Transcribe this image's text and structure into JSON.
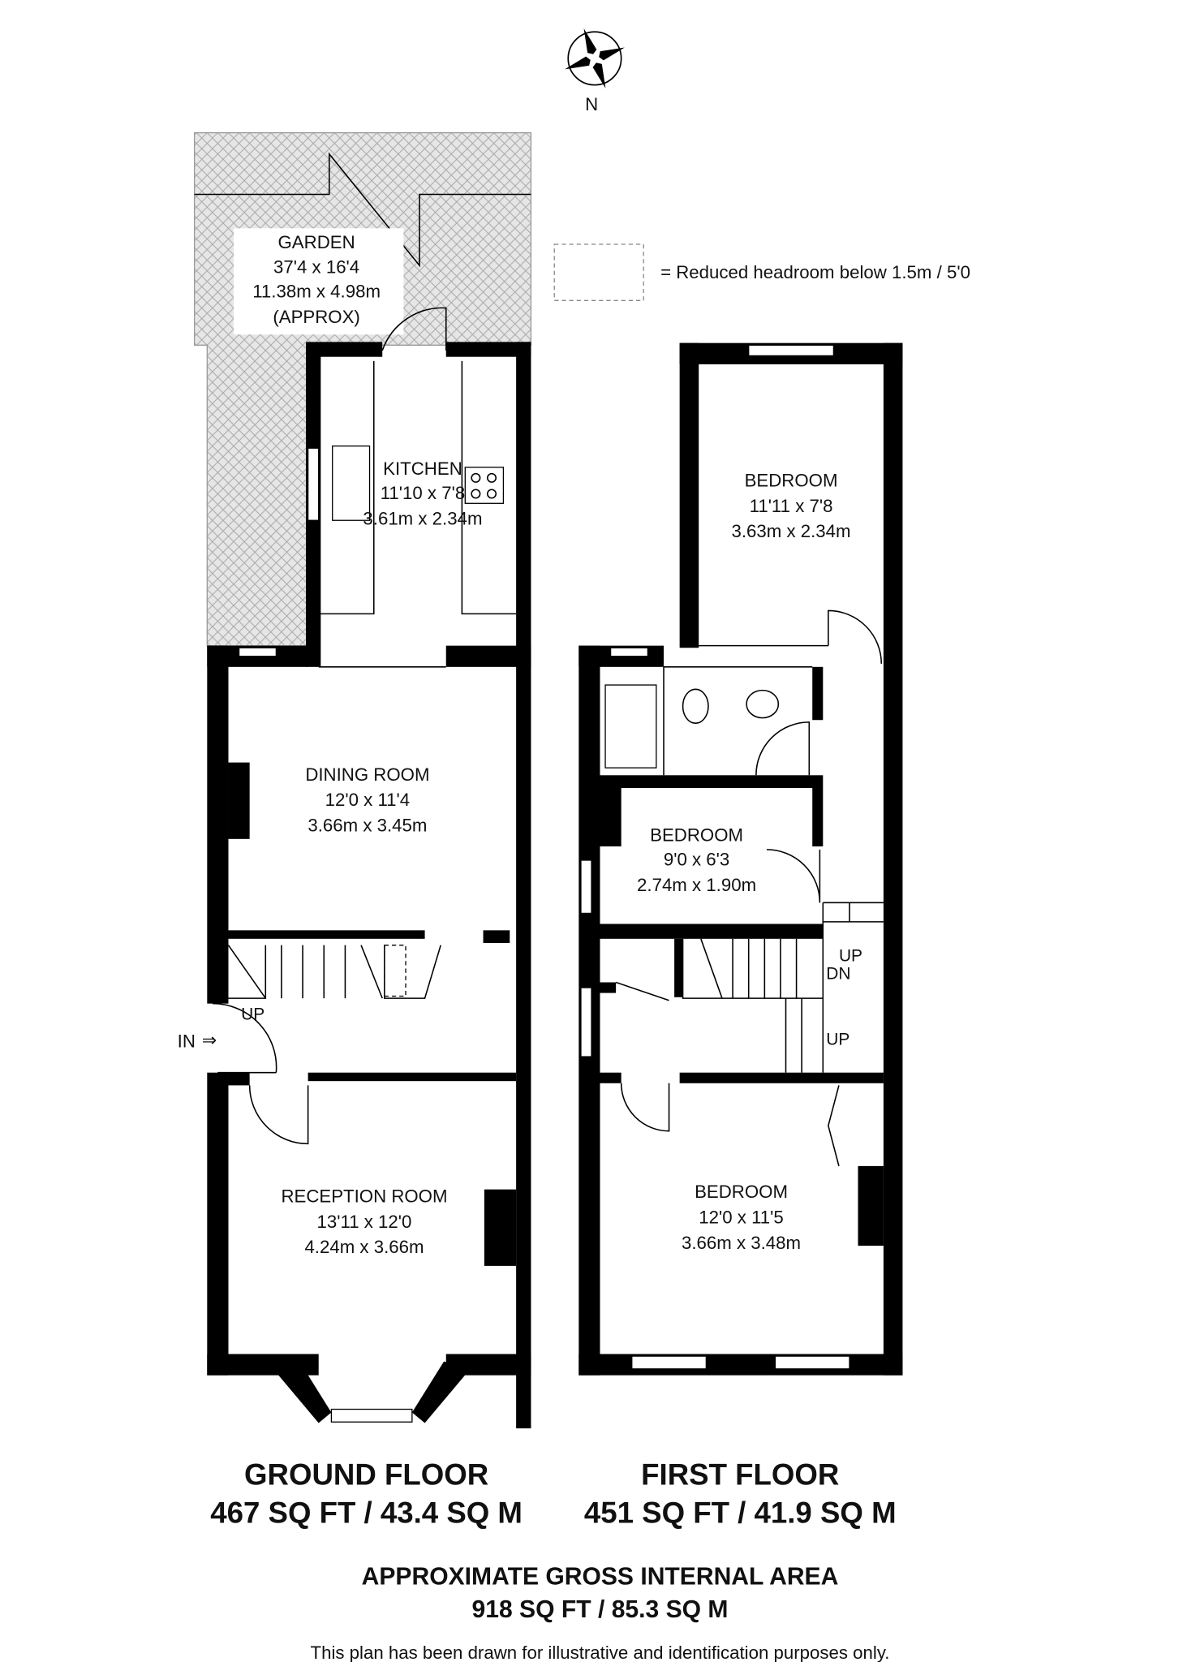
{
  "compass": {
    "label": "N"
  },
  "legend": {
    "text": "= Reduced headroom below 1.5m / 5'0"
  },
  "ground_floor": {
    "title": "GROUND FLOOR",
    "area": "467 SQ FT / 43.4 SQ M",
    "entrance": "IN",
    "stairs_label": "UP",
    "rooms": [
      {
        "name": "GARDEN",
        "imperial": "37'4 x 16'4",
        "metric": "11.38m x 4.98m",
        "note": "(APPROX)"
      },
      {
        "name": "KITCHEN",
        "imperial": "11'10 x 7'8",
        "metric": "3.61m x 2.34m"
      },
      {
        "name": "DINING ROOM",
        "imperial": "12'0 x 11'4",
        "metric": "3.66m x 3.45m"
      },
      {
        "name": "RECEPTION ROOM",
        "imperial": "13'11 x 12'0",
        "metric": "4.24m x 3.66m"
      }
    ]
  },
  "first_floor": {
    "title": "FIRST FLOOR",
    "area": "451 SQ FT / 41.9 SQ M",
    "stairs": [
      "UP",
      "DN",
      "UP"
    ],
    "rooms": [
      {
        "name": "BEDROOM",
        "imperial": "11'11 x 7'8",
        "metric": "3.63m x 2.34m"
      },
      {
        "name": "BEDROOM",
        "imperial": "9'0 x 6'3",
        "metric": "2.74m x 1.90m"
      },
      {
        "name": "BEDROOM",
        "imperial": "12'0 x 11'5",
        "metric": "3.66m x 3.48m"
      }
    ]
  },
  "totals": {
    "title": "APPROXIMATE GROSS INTERNAL AREA",
    "area": "918 SQ FT / 85.3 SQ M",
    "disclaimer": "This plan has been drawn for illustrative and identification purposes only."
  }
}
